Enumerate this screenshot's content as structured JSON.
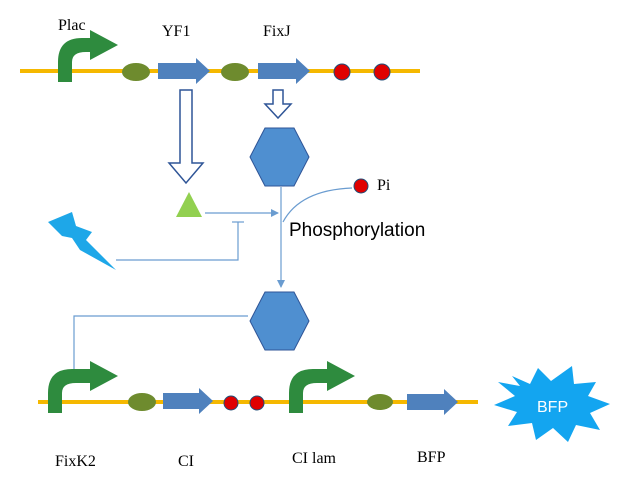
{
  "labels": {
    "plac": "Plac",
    "yf1": "YF1",
    "fixj": "FixJ",
    "pi": "Pi",
    "phosphorylation": "Phosphorylation",
    "fixk2": "FixK2",
    "ci": "CI",
    "ci_lam": "CI lam",
    "bfp": "BFP",
    "bfp_burst": "BFP"
  },
  "colors": {
    "dna_line": "#F5B800",
    "promoter": "#2E8B3E",
    "rbs": "#6E8B2E",
    "cds": "#4F81BD",
    "terminator": "#E00000",
    "protein": "#4F8FD0",
    "ligand": "#92D050",
    "light": "#1EA7E8",
    "signal_line": "#6A9CD0",
    "burst": "#13A5F0"
  }
}
